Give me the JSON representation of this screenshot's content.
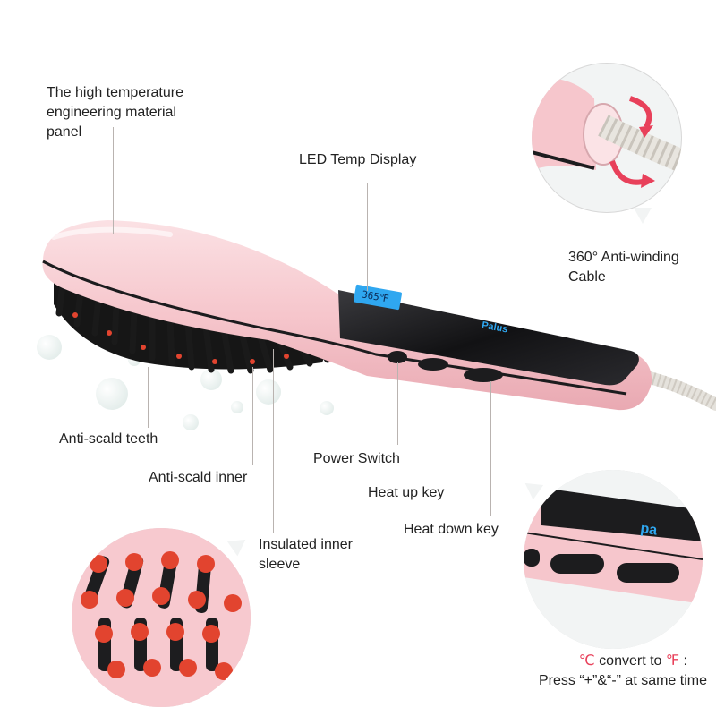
{
  "labels": {
    "panel_line1": "The high temperature",
    "panel_line2": "engineering material",
    "panel_line3": "panel",
    "led_display": "LED Temp Display",
    "cable_line1": "360° Anti-winding",
    "cable_line2": "Cable",
    "teeth": "Anti-scald teeth",
    "inner": "Anti-scald inner",
    "sleeve_line1": "Insulated inner",
    "sleeve_line2": "sleeve",
    "power": "Power Switch",
    "heat_up": "Heat up key",
    "heat_down": "Heat down key"
  },
  "lcd_reading": "365℉",
  "brand": "Palus",
  "conversion": {
    "celsius": "℃",
    "convert_to": " convert to ",
    "fahrenheit": "℉",
    "colon": " :",
    "line2": "Press “+”&“-” at same time"
  },
  "colors": {
    "body_pink": "#f7c9cf",
    "panel_black": "#1c1c1e",
    "lcd_blue": "#2fa7f0",
    "accent_pink": "#e8405a",
    "bristle_tip": "#e2442f"
  },
  "icons": {
    "rotate": "rotate-arrows-icon"
  }
}
